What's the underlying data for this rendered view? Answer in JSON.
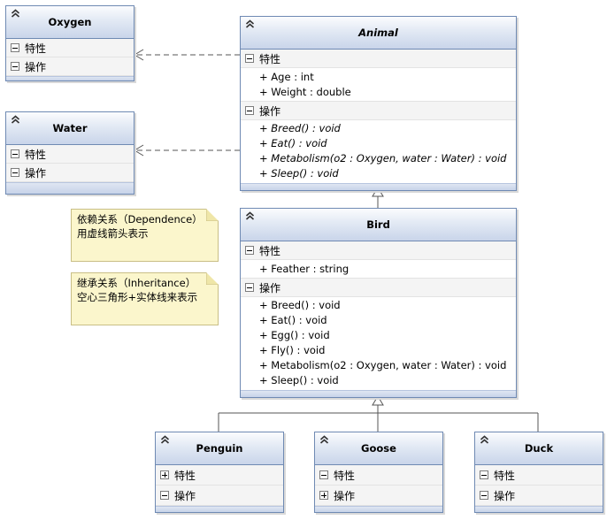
{
  "section_labels": {
    "attributes": "特性",
    "operations": "操作"
  },
  "classes": {
    "oxygen": {
      "name": "Oxygen"
    },
    "water": {
      "name": "Water"
    },
    "animal": {
      "name": "Animal",
      "attributes": [
        "+ Age : int",
        "+ Weight : double"
      ],
      "operations": [
        "+ Breed() : void",
        "+ Eat() : void",
        "+ Metabolism(o2 : Oxygen, water : Water) : void",
        "+ Sleep() : void"
      ]
    },
    "bird": {
      "name": "Bird",
      "attributes": [
        "+ Feather : string"
      ],
      "operations": [
        "+ Breed() : void",
        "+ Eat() : void",
        "+ Egg() : void",
        "+ Fly() : void",
        "+ Metabolism(o2 : Oxygen, water : Water) : void",
        "+ Sleep() : void"
      ]
    },
    "penguin": {
      "name": "Penguin"
    },
    "goose": {
      "name": "Goose"
    },
    "duck": {
      "name": "Duck"
    }
  },
  "notes": {
    "dependence": {
      "line1": "依赖关系（Dependence）",
      "line2": "用虚线箭头表示"
    },
    "inheritance": {
      "line1": "继承关系（Inheritance）",
      "line2": "空心三角形+实体线来表示"
    }
  },
  "colors": {
    "border": "#6f8ab3",
    "header_bottom": "#c9d5ea",
    "note_fill": "#fbf6cc",
    "edge": "#555555"
  }
}
